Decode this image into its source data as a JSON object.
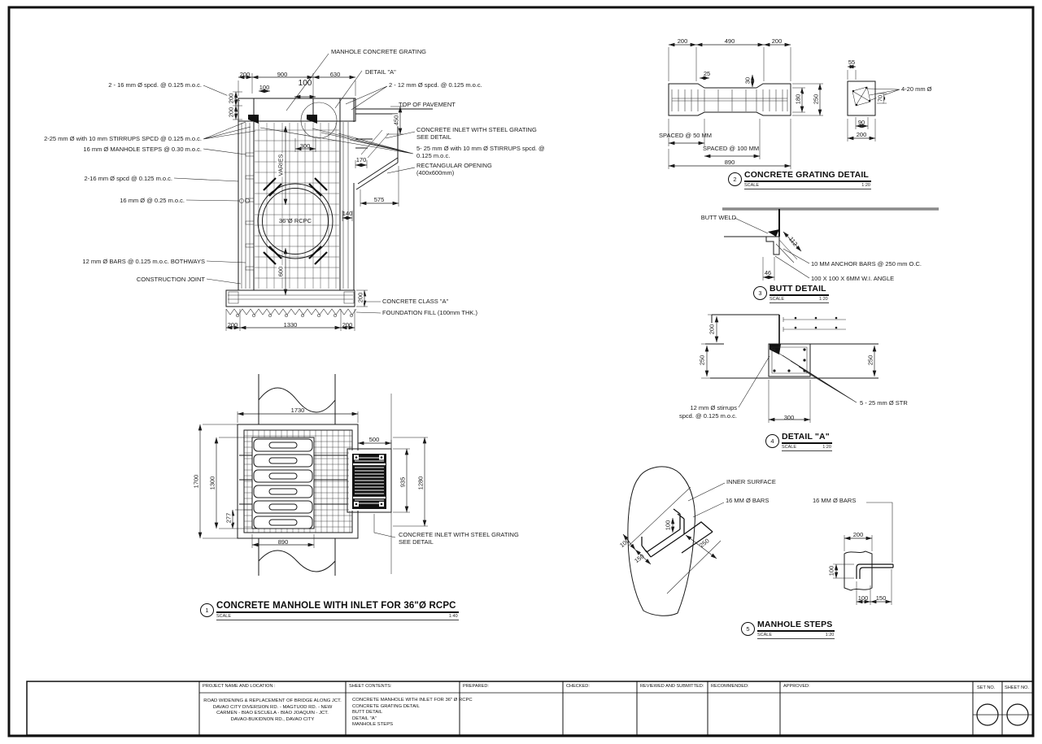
{
  "colors": {
    "ink": "#1a1a1a",
    "paper": "#ffffff",
    "pavement_gray": "#8a8a8a"
  },
  "views": {
    "section": {
      "balloon": "1",
      "title": "CONCRETE MANHOLE WITH INLET FOR 36\"Ø RCPC",
      "scale_label": "SCALE",
      "scale": "1:40",
      "labels": {
        "grating": "MANHOLE CONCRETE GRATING",
        "detail_a": "DETAIL \"A\"",
        "bars_2_12": "2 - 12 mm Ø spcd. @ 0.125 m.o.c.",
        "pavement": "TOP OF PAVEMENT",
        "inlet1": "CONCRETE INLET WITH STEEL GRATING",
        "inlet2": "SEE DETAIL",
        "bars_5_25a": "5- 25 mm Ø with 10 mm Ø STIRRUPS spcd. @",
        "bars_5_25b": "0.125 m.o.c.",
        "opening1": "RECTANGULAR OPENING",
        "opening2": "(400x600mm)",
        "bars_2_16_top": "2 - 16 mm Ø spcd. @ 0.125 m.o.c.",
        "bars_2_25": "2-25 mm Ø with 10 mm STIRRUPS SPCD @ 0.125 m.o.c.",
        "steps": "16 mm Ø MANHOLE STEPS @ 0.30 m.o.c.",
        "bars_2_16": "2-16 mm Ø spcd @ 0.125 m.o.c.",
        "bars_16_025": "16 mm Ø @ 0.25 m.o.c.",
        "bars_12": "12 mm Ø BARS @ 0.125 m.o.c. BOTHWAYS",
        "cj": "CONSTRUCTION JOINT",
        "class_a": "CONCRETE CLASS \"A\"",
        "fill": "FOUNDATION FILL (100mm THK.)",
        "pipe": "36\"Ø RCPC"
      },
      "dims": {
        "top200": "200",
        "top900": "900",
        "top630": "630",
        "small100": "100",
        "big100": "100",
        "left200a": "200",
        "left200b": "200",
        "v450": "450",
        "v300": "300",
        "v170": "170",
        "v575": "575",
        "v140": "140",
        "varies": "VARIES",
        "v600": "600",
        "right200": "200",
        "bot200a": "200",
        "bot1330": "1330",
        "bot200b": "200"
      }
    },
    "plan": {
      "labels": {
        "inlet1": "CONCRETE INLET WITH STEEL GRATING",
        "inlet2": "SEE DETAIL"
      },
      "dims": {
        "d1730": "1730",
        "d1700": "1700",
        "d1300": "1300",
        "d277": "277",
        "d890": "890",
        "d500": "500",
        "d935": "935",
        "d1280": "1280"
      }
    },
    "grating": {
      "balloon": "2",
      "title": "CONCRETE GRATING DETAIL",
      "scale_label": "SCALE",
      "scale": "1:20",
      "labels": {
        "spaced50": "SPACED @ 50 MM",
        "spaced100": "SPACED @ 100 MM",
        "bars": "4-20 mm Ø"
      },
      "dims": {
        "t200a": "200",
        "t490": "490",
        "t200b": "200",
        "d25": "25",
        "d30": "30",
        "d180": "180",
        "d250": "250",
        "d890": "890",
        "s55": "55",
        "s70": "70",
        "s90": "90",
        "s200": "200"
      }
    },
    "butt": {
      "balloon": "3",
      "title": "BUTT DETAIL",
      "scale_label": "SCALE",
      "scale": "1:20",
      "labels": {
        "weld": "BUTT WELD",
        "anchor": "10 MM ANCHOR BARS @ 250 mm O.C.",
        "angle": "100 X 100 X 6MM W.I. ANGLE"
      },
      "dims": {
        "d112": "112",
        "d46": "46"
      }
    },
    "detail_a": {
      "balloon": "4",
      "title": "DETAIL \"A\"",
      "scale_label": "SCALE",
      "scale": "1:20",
      "labels": {
        "stirrups1": "12 mm Ø stirrups",
        "stirrups2": "spcd. @ 0.125 m.o.c.",
        "bars": "5 - 25 mm Ø STR"
      },
      "dims": {
        "d200": "200",
        "d250l": "250",
        "d250r": "250",
        "d300": "300"
      }
    },
    "steps": {
      "balloon": "5",
      "title": "MANHOLE STEPS",
      "scale_label": "SCALE",
      "scale": "1:20",
      "labels": {
        "inner": "INNER SURFACE",
        "barsl": "16 MM Ø BARS",
        "barsr": "16 MM Ø BARS"
      },
      "dims": {
        "d100a": "100",
        "d250": "250",
        "d100b": "100",
        "d150a": "150",
        "d200": "200",
        "d100c": "100",
        "d100d": "100",
        "d150b": "150"
      }
    }
  },
  "titleblock": {
    "headers": {
      "project": "PROJECT NAME AND LOCATION :",
      "sheet": "SHEET CONTENTS:",
      "prepared": "PREPARED:",
      "checked": "CHECKED:",
      "reviewed": "REVIEWED AND SUBMITTED:",
      "recommended": "RECOMMENDED:",
      "approved": "APPROVED:",
      "set_no": "SET NO.",
      "sheet_no": "SHEET NO."
    },
    "project_lines": [
      "ROAD WIDENING & REPLACEMENT OF BRIDGE ALONG JCT.",
      "DAVAO CITY DIVERSION RD. - MAGTUOD RD. - NEW",
      "CARMEN - BIAO ESCUELA - BIAO JOAQUIN - JCT.",
      "DAVAO-BUKIDNON RD., DAVAO CITY"
    ],
    "sheet_contents": [
      "CONCRETE MANHOLE WITH INLET FOR 36\" Ø RCPC",
      "CONCRETE GRATING DETAIL",
      "BUTT DETAIL",
      "DETAIL \"A\"",
      "MANHOLE STEPS"
    ]
  }
}
